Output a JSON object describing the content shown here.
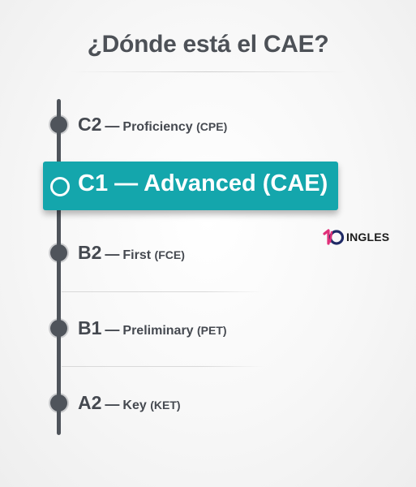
{
  "title": "¿Dónde está el CAE?",
  "levels": [
    {
      "code": "C2",
      "dash": "—",
      "name": "Proficiency",
      "exam": "(CPE)"
    },
    {
      "code": "C1",
      "dash": "—",
      "name": "Advanced",
      "exam": "(CAE)",
      "highlight_text": "C1 — Advanced (CAE)"
    },
    {
      "code": "B2",
      "dash": "—",
      "name": "First",
      "exam": "(FCE)"
    },
    {
      "code": "B1",
      "dash": "—",
      "name": "Preliminary",
      "exam": "(PET)"
    },
    {
      "code": "A2",
      "dash": "—",
      "name": "Key",
      "exam": "(KET)"
    }
  ],
  "logo": {
    "text": "INGLES",
    "mark": "10"
  },
  "colors": {
    "highlight": "#14a6ac",
    "timeline": "#4f545b",
    "text": "#454950",
    "logo_pink": "#e0307a",
    "logo_navy": "#1f2a66"
  }
}
